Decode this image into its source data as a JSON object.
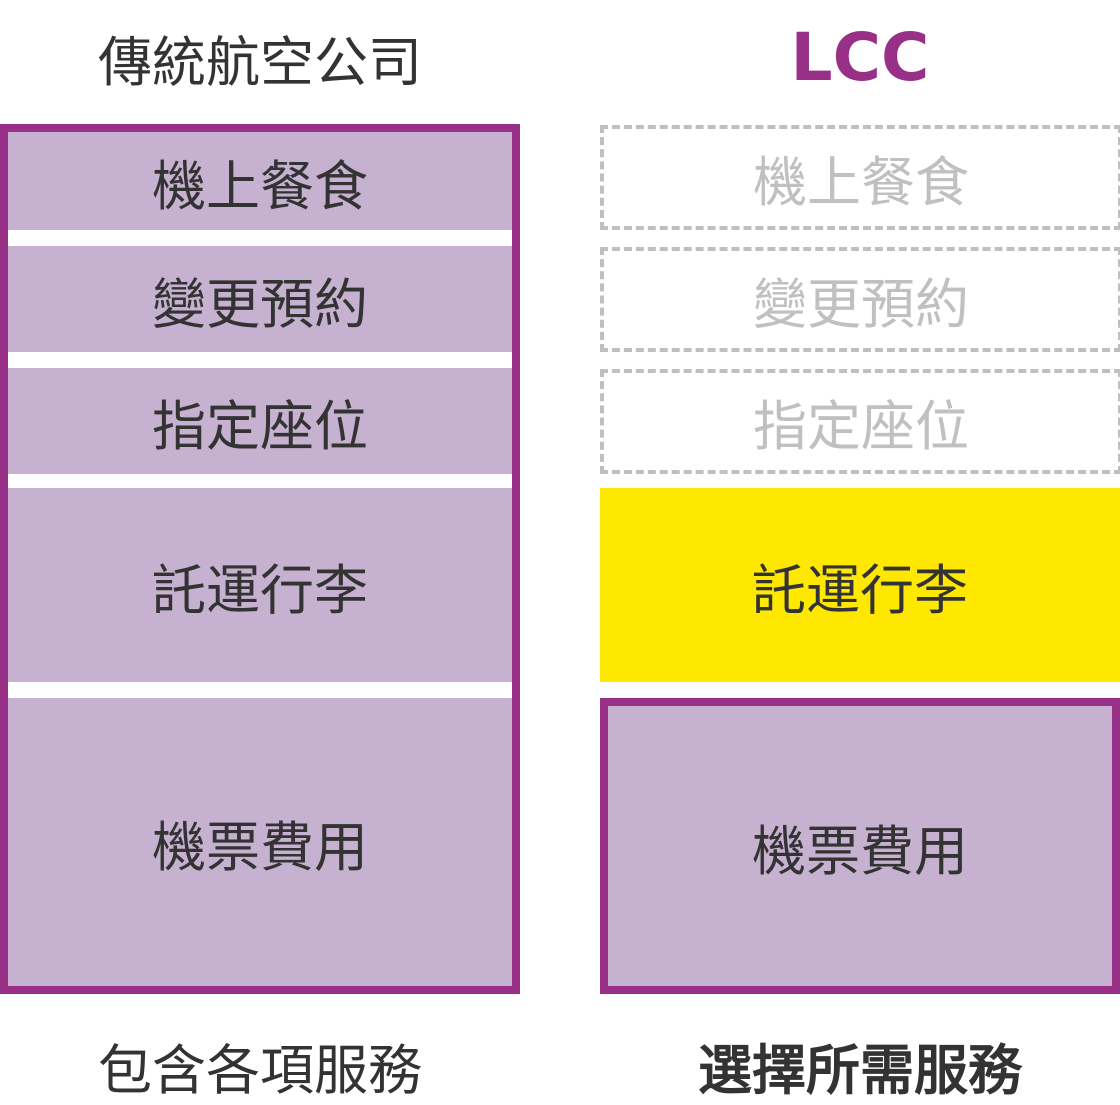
{
  "colors": {
    "accent": "#993087",
    "cell": "#c7b1d0",
    "highlight": "#ffe800",
    "muted": "#bfbfbf"
  },
  "left": {
    "title": "傳統航空公司",
    "items": [
      "機上餐食",
      "變更預約",
      "指定座位",
      "託運行李",
      "機票費用"
    ],
    "caption": "包含各項服務"
  },
  "right": {
    "title": "LCC",
    "items": [
      "機上餐食",
      "變更預約",
      "指定座位",
      "託運行李",
      "機票費用"
    ],
    "caption": "選擇所需服務"
  }
}
